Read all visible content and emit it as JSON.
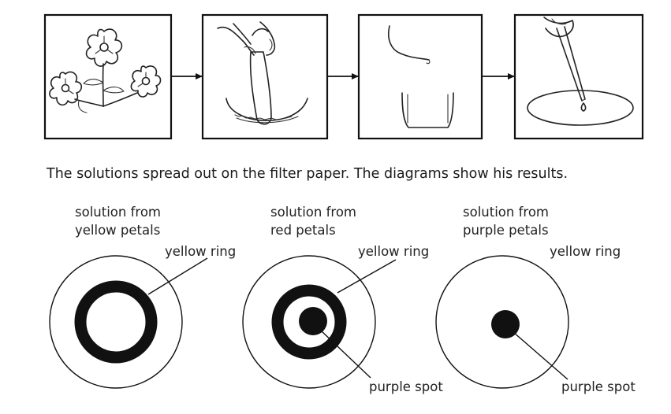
{
  "caption": "The solutions spread out on the filter paper. The diagrams show his results.",
  "process_steps": [
    {
      "icon": "flowers-icon"
    },
    {
      "icon": "mortar-and-pestle-icon"
    },
    {
      "icon": "beaker-icon"
    },
    {
      "icon": "dropper-on-filter-paper-icon"
    }
  ],
  "results": [
    {
      "title_line1": "solution from",
      "title_line2": "yellow petals",
      "ring_label": "yellow ring",
      "spot_label": "",
      "has_ring": true,
      "has_spot": false
    },
    {
      "title_line1": "solution from",
      "title_line2": "red petals",
      "ring_label": "yellow ring",
      "spot_label": "purple spot",
      "has_ring": true,
      "has_spot": true
    },
    {
      "title_line1": "solution from",
      "title_line2": "purple petals",
      "ring_label": "yellow ring",
      "spot_label": "purple spot",
      "has_ring": false,
      "has_spot": true
    }
  ],
  "colors": {
    "ink": "#111111",
    "background": "#ffffff"
  }
}
